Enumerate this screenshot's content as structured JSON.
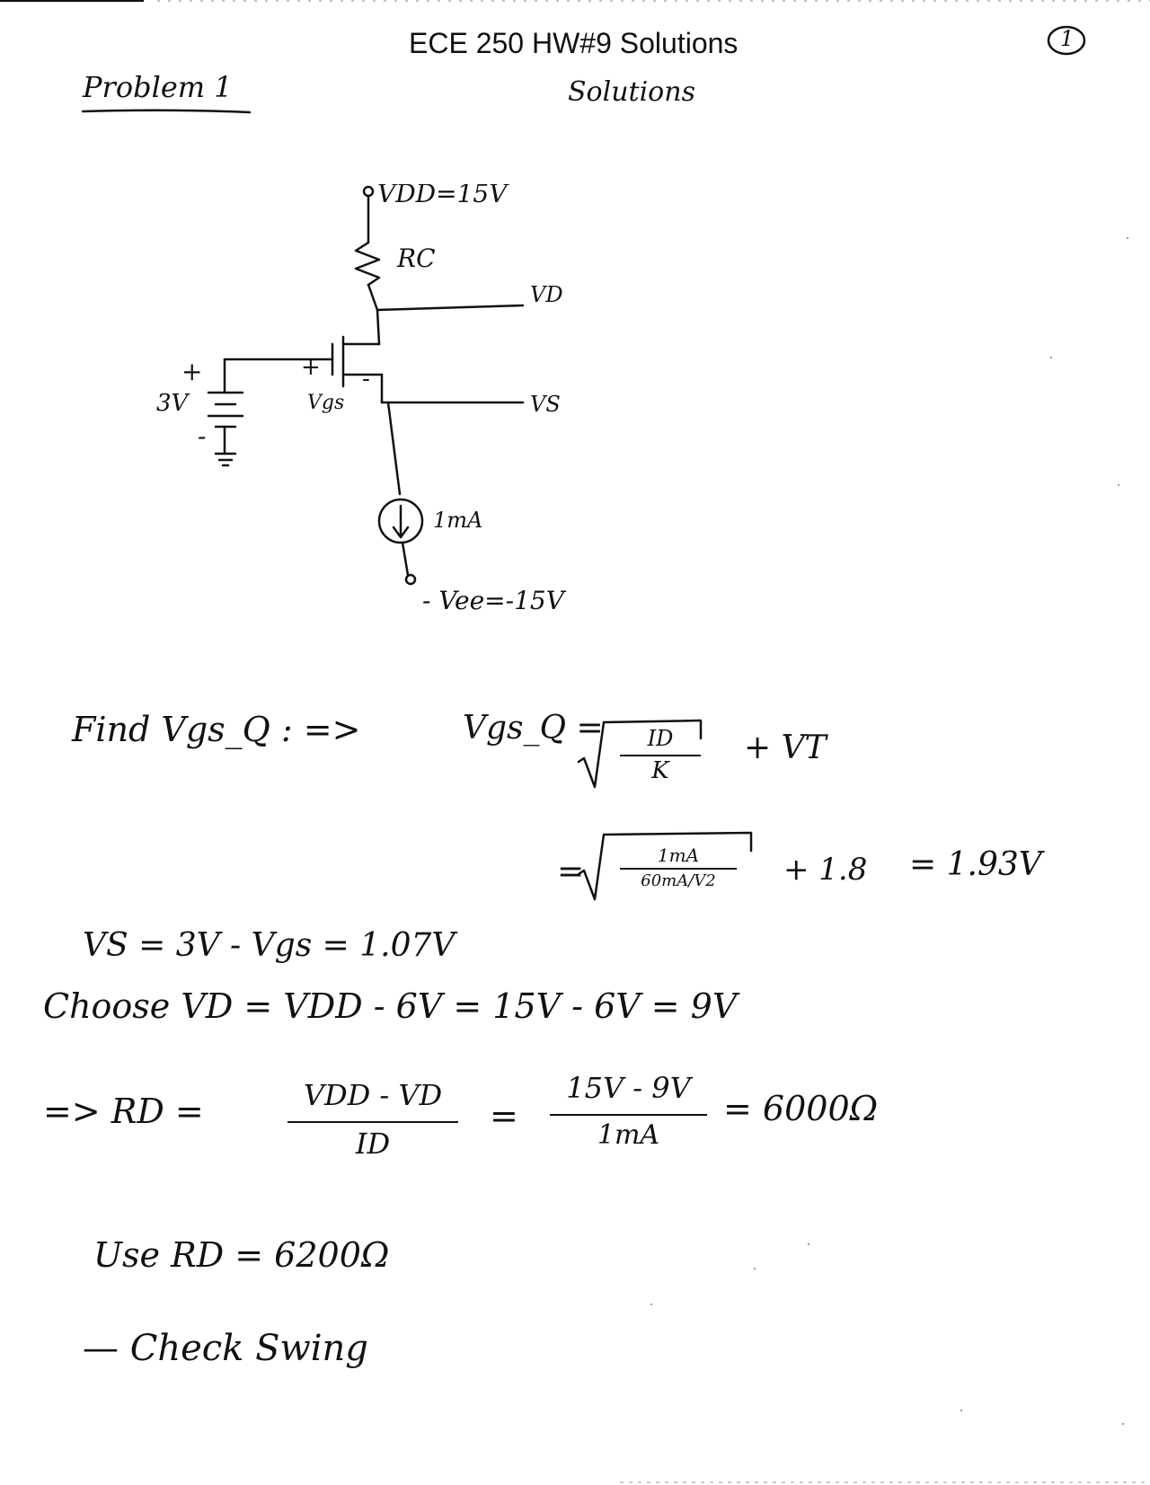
{
  "document": {
    "header_title": "ECE 250 HW#9 Solutions",
    "page_number": "1",
    "problem_label": "Problem 1",
    "subtitle": "Solutions"
  },
  "circuit": {
    "vdd_label": "VDD=15V",
    "rc_label": "RC",
    "vd_label": "VD",
    "vs_label": "VS",
    "source_voltage": "3V",
    "plus_sign": "+",
    "minus_sign": "-",
    "vgs_label": "Vgs",
    "current_source": "1mA",
    "vee_label": "- Vee=-15V"
  },
  "work": {
    "find_line": "Find Vgs_Q : =>",
    "vgs_lhs": "Vgs_Q =",
    "frac1_num": "ID",
    "frac1_den": "K",
    "plus_vt": "+ VT",
    "eq_sign": "=",
    "frac2_num": "1mA",
    "frac2_den": "60mA/V2",
    "plus_18": "+ 1.8",
    "result_193": "= 1.93V",
    "vs_line": "VS = 3V - Vgs = 1.07V",
    "choose_line": "Choose VD = VDD - 6V = 15V - 6V = 9V",
    "rd_prefix": "=> RD =",
    "frac3_num": "VDD - VD",
    "frac3_den": "ID",
    "frac4_num": "15V - 9V",
    "frac4_den": "1mA",
    "rd_result": "= 6000Ω",
    "use_line": "Use RD = 6200Ω",
    "check_line": "— Check Swing"
  }
}
